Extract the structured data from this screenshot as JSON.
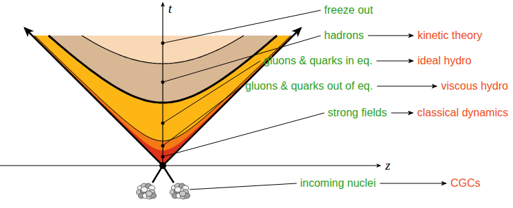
{
  "diagram": {
    "nodes": [
      {
        "text": [
          "freeze out"
        ]
      },
      {
        "text": [
          "hadrons"
        ]
      },
      {
        "text": [
          "kinetic theory"
        ]
      },
      {
        "text": [
          "gluons & quarks in eq."
        ]
      },
      {
        "text": [
          "ideal hydro"
        ]
      },
      {
        "text": [
          "gluons & quarks out of eq."
        ]
      },
      {
        "text": [
          "viscous hydro"
        ]
      },
      {
        "text": [
          "strong fields"
        ]
      },
      {
        "text": [
          "classical dynamics"
        ]
      },
      {
        "text": [
          "incoming nuclei"
        ]
      },
      {
        "text": [
          "CGCs"
        ]
      }
    ],
    "edges": [
      {
        "from": 1,
        "to": 2,
        "arrow": "to"
      },
      {
        "from": 3,
        "to": 4,
        "arrow": "to"
      },
      {
        "from": 5,
        "to": 6,
        "arrow": "to"
      },
      {
        "from": 7,
        "to": 8,
        "arrow": "to"
      },
      {
        "from": 9,
        "to": 10,
        "arrow": "to"
      }
    ],
    "labels": [
      "t",
      "z"
    ]
  }
}
